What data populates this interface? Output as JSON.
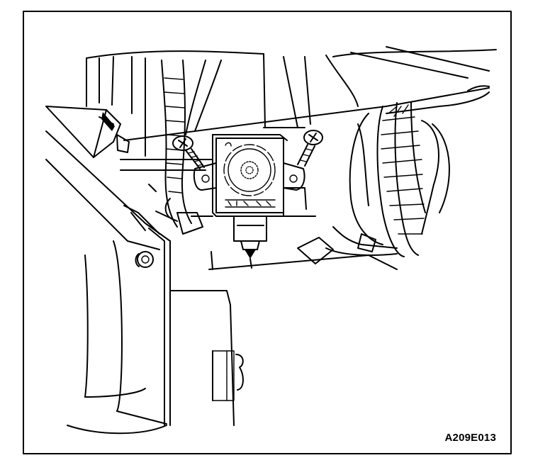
{
  "figure": {
    "code": "A209E013"
  },
  "components": [
    {
      "name": "control-module",
      "icon": "module-icon"
    },
    {
      "name": "mounting-screw-left",
      "icon": "screw-icon"
    },
    {
      "name": "mounting-screw-right",
      "icon": "screw-icon"
    },
    {
      "name": "wiring-harness",
      "icon": "harness-icon"
    },
    {
      "name": "electrical-connector",
      "icon": "connector-icon"
    }
  ],
  "colors": {
    "ink": "#000000",
    "paper": "#ffffff"
  }
}
